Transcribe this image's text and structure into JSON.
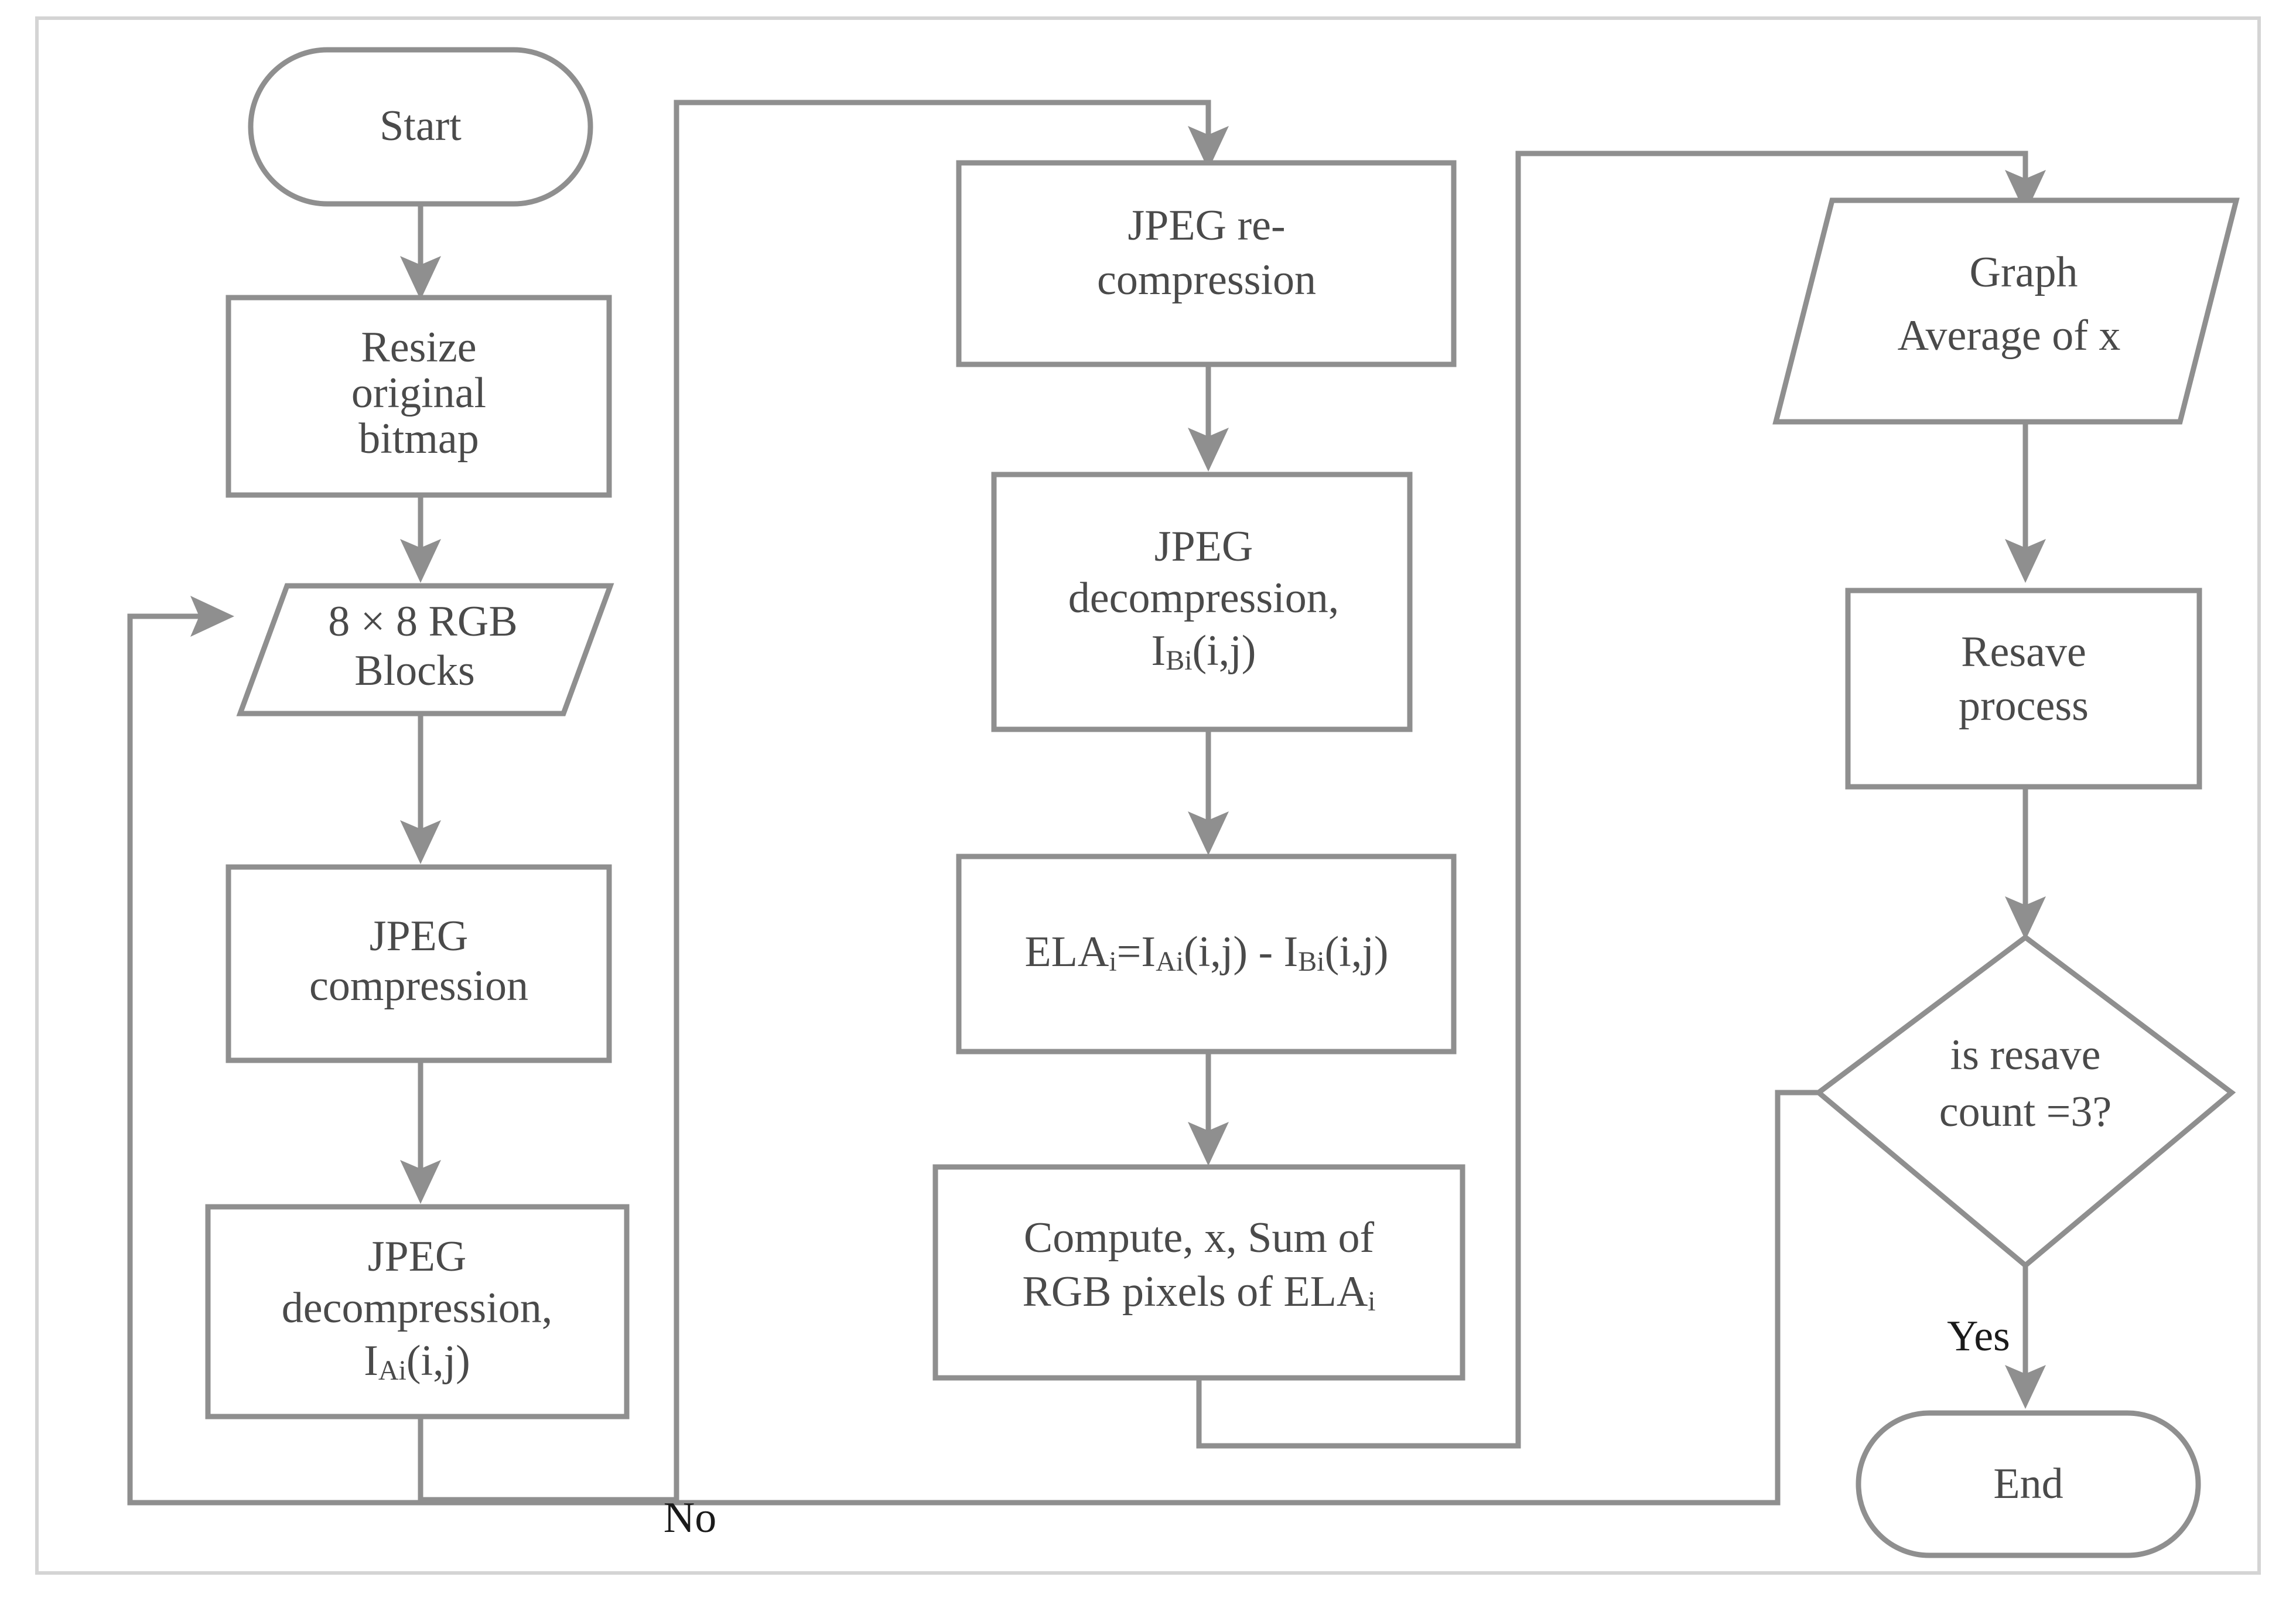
{
  "diagram": {
    "type": "flowchart",
    "title": "ELA (Error Level Analysis) resave process flowchart",
    "colors": {
      "shape_stroke": "#8f8f8f",
      "connector": "#8f8f8f",
      "node_text": "#4a4a4a",
      "edge_label_text": "#1a1a1a",
      "canvas": "#ffffff",
      "frame_border": "#d4d4d4"
    },
    "nodes": [
      {
        "id": "start",
        "shape": "terminator",
        "label": "Start"
      },
      {
        "id": "resize",
        "shape": "process",
        "label_line1": "Resize",
        "label_line2": "original",
        "label_line3": "bitmap"
      },
      {
        "id": "blocks",
        "shape": "data",
        "label_line1": "8 × 8 RGB",
        "label_line2": "Blocks"
      },
      {
        "id": "compress",
        "shape": "process",
        "label_line1": "JPEG",
        "label_line2": "compression"
      },
      {
        "id": "decompressA",
        "shape": "process",
        "label_line1": "JPEG",
        "label_line2": "decompression,",
        "label_line3_main": "I",
        "label_line3_sub": "Ai",
        "label_line3_tail": "(i,j)"
      },
      {
        "id": "recompress",
        "shape": "process",
        "label_line1": "JPEG re-",
        "label_line2": "compression"
      },
      {
        "id": "decompressB",
        "shape": "process",
        "label_line1": "JPEG",
        "label_line2": "decompression,",
        "label_line3_main": "I",
        "label_line3_sub": "Bi",
        "label_line3_tail": "(i,j)"
      },
      {
        "id": "ela",
        "shape": "process",
        "formula_a": "ELA",
        "formula_a_sub": "i",
        "formula_b": "=I",
        "formula_b_sub": "Ai",
        "formula_c": "(i,j) - I",
        "formula_c_sub": "Bi",
        "formula_d": "(i,j)"
      },
      {
        "id": "computex",
        "shape": "process",
        "label_line1": "Compute, x, Sum of",
        "label_line2_main": "RGB pixels of ELA",
        "label_line2_sub": "i"
      },
      {
        "id": "graph",
        "shape": "data",
        "label_line1": "Graph",
        "label_line2": "Average of x"
      },
      {
        "id": "resave",
        "shape": "process",
        "label_line1": "Resave",
        "label_line2": "process"
      },
      {
        "id": "decision",
        "shape": "decision",
        "label_line1": "is resave",
        "label_line2": "count =3?"
      },
      {
        "id": "end",
        "shape": "terminator",
        "label": "End"
      }
    ],
    "edge_labels": {
      "yes": "Yes",
      "no": "No"
    },
    "edges": [
      {
        "from": "start",
        "to": "resize"
      },
      {
        "from": "resize",
        "to": "blocks"
      },
      {
        "from": "blocks",
        "to": "compress"
      },
      {
        "from": "compress",
        "to": "decompressA"
      },
      {
        "from": "decompressA",
        "to": "recompress"
      },
      {
        "from": "recompress",
        "to": "decompressB"
      },
      {
        "from": "decompressB",
        "to": "ela"
      },
      {
        "from": "ela",
        "to": "computex"
      },
      {
        "from": "computex",
        "to": "graph"
      },
      {
        "from": "graph",
        "to": "resave"
      },
      {
        "from": "resave",
        "to": "decision"
      },
      {
        "from": "decision",
        "to": "end",
        "label": "Yes"
      },
      {
        "from": "decision",
        "to": "blocks",
        "label": "No"
      }
    ]
  }
}
